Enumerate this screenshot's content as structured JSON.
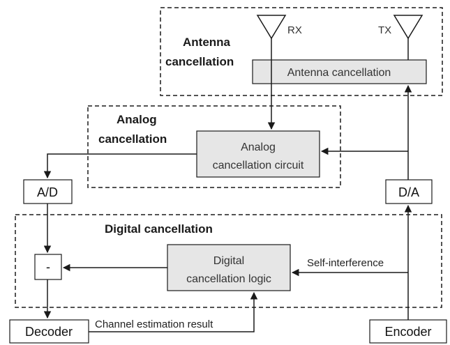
{
  "regions": {
    "antenna": {
      "line1": "Antenna",
      "line2": "cancellation"
    },
    "analog": {
      "line1": "Analog",
      "line2": "cancellation"
    },
    "digital": {
      "label": "Digital cancellation"
    }
  },
  "blocks": {
    "antenna_cancellation": "Antenna cancellation",
    "analog_circuit": {
      "line1": "Analog",
      "line2": "cancellation circuit"
    },
    "digital_logic": {
      "line1": "Digital",
      "line2": "cancellation logic"
    },
    "ad": "A/D",
    "da": "D/A",
    "subtract": "-",
    "decoder": "Decoder",
    "encoder": "Encoder"
  },
  "antennas": {
    "rx": "RX",
    "tx": "TX"
  },
  "signals": {
    "self_interference": "Self-interference",
    "channel_estimation": "Channel estimation result"
  },
  "colors": {
    "block_fill": "#e6e6e6",
    "stroke": "#1a1a1a"
  }
}
